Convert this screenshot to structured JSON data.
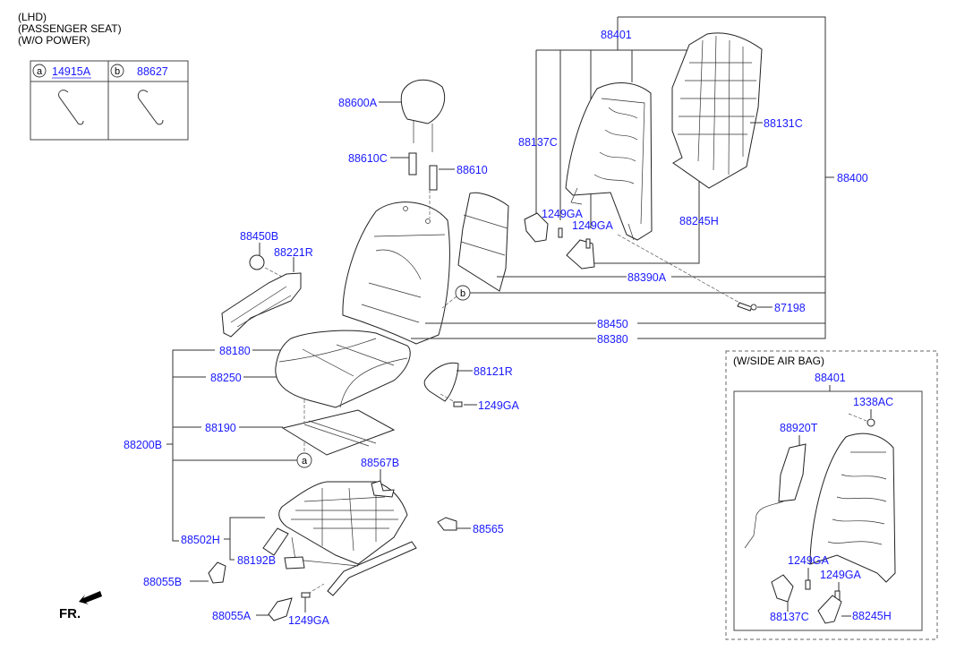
{
  "header_notes": [
    "(LHD)",
    "(PASSENGER SEAT)",
    "(W/O POWER)"
  ],
  "legend_table": [
    {
      "marker": "a",
      "part_no": "14915A"
    },
    {
      "marker": "b",
      "part_no": "88627"
    }
  ],
  "callouts": {
    "p88401": "88401",
    "p88137C": "88137C",
    "p88131C": "88131C",
    "p88400": "88400",
    "p1249GA_1": "1249GA",
    "p1249GA_2": "1249GA",
    "p88245H": "88245H",
    "p88600A": "88600A",
    "p88610C": "88610C",
    "p88610": "88610",
    "p88450B": "88450B",
    "p88221R": "88221R",
    "p88390A": "88390A",
    "p87198": "87198",
    "p88450": "88450",
    "p88380": "88380",
    "p88180": "88180",
    "p88250": "88250",
    "p88121R": "88121R",
    "p1249GA_3": "1249GA",
    "p88190": "88190",
    "p88200B": "88200B",
    "p88567B": "88567B",
    "p88565": "88565",
    "p88502H": "88502H",
    "p88192B": "88192B",
    "p88055B": "88055B",
    "p88055A": "88055A",
    "p1249GA_4": "1249GA"
  },
  "markers": {
    "a": "a",
    "b": "b"
  },
  "front_indicator": "FR.",
  "airbag_inset": {
    "title": "(W/SIDE AIR BAG)",
    "p88401": "88401",
    "p1338AC": "1338AC",
    "p88920T": "88920T",
    "p1249GA_1": "1249GA",
    "p1249GA_2": "1249GA",
    "p88137C": "88137C",
    "p88245H": "88245H"
  },
  "colors": {
    "callout_text": "#1a1aff",
    "line": "#333333"
  }
}
